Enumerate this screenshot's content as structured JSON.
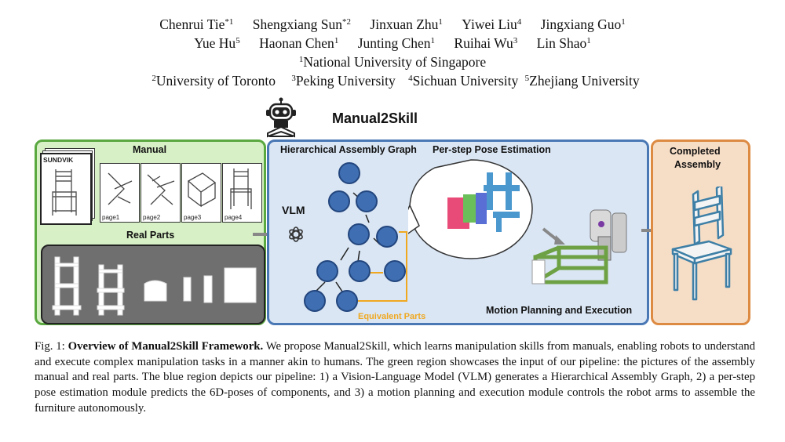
{
  "authors": {
    "line1": [
      "Chenrui Tie",
      "Shengxiang Sun",
      "Jinxuan Zhu",
      "Yiwei Liu",
      "Jingxiang Guo"
    ],
    "line1_sup": [
      "*1",
      "*2",
      "1",
      "4",
      "1"
    ],
    "line2": [
      "Yue Hu",
      "Haonan Chen",
      "Junting Chen",
      "Ruihai Wu",
      "Lin Shao"
    ],
    "line2_sup": [
      "5",
      "1",
      "1",
      "3",
      "1"
    ]
  },
  "affiliations": {
    "aff1_sup": "1",
    "aff1": "National University of Singapore",
    "aff2_sup": "2",
    "aff2": "University of Toronto",
    "aff3_sup": "3",
    "aff3": "Peking University",
    "aff4_sup": "4",
    "aff4": "Sichuan University",
    "aff5_sup": "5",
    "aff5": "Zhejiang University"
  },
  "figure": {
    "title": "Manual2Skill",
    "manual_label": "Manual",
    "manual_cover": "SUNDVIK",
    "pages": [
      "page1",
      "page2",
      "page3",
      "page4"
    ],
    "real_parts_label": "Real Parts",
    "vlm_label": "VLM",
    "graph_label": "Hierarchical Assembly Graph",
    "pose_label": "Per-step Pose Estimation",
    "equivalent_label": "Equivalent Parts",
    "motion_label": "Motion Planning and Execution",
    "completed_line1": "Completed",
    "completed_line2": "Assembly",
    "colors": {
      "green": "#d7f0c6",
      "blue": "#dae6f4",
      "orange": "#f6ddc6",
      "node": "#3f6fb2",
      "equiv": "#f0a820"
    }
  },
  "caption": {
    "prefix": "Fig. 1: ",
    "bold": "Overview of Manual2Skill Framework.",
    "text": " We propose Manual2Skill, which learns manipulation skills from manuals, enabling robots to understand and execute complex manipulation tasks in a manner akin to humans. The green region showcases the input of our pipeline: the pictures of the assembly manual and real parts. The blue region depicts our pipeline: 1) a Vision-Language Model (VLM) generates a Hierarchical Assembly Graph, 2) a per-step pose estimation module predicts the 6D-poses of components, and 3) a motion planning and execution module controls the robot arms to assemble the furniture autonomously."
  }
}
